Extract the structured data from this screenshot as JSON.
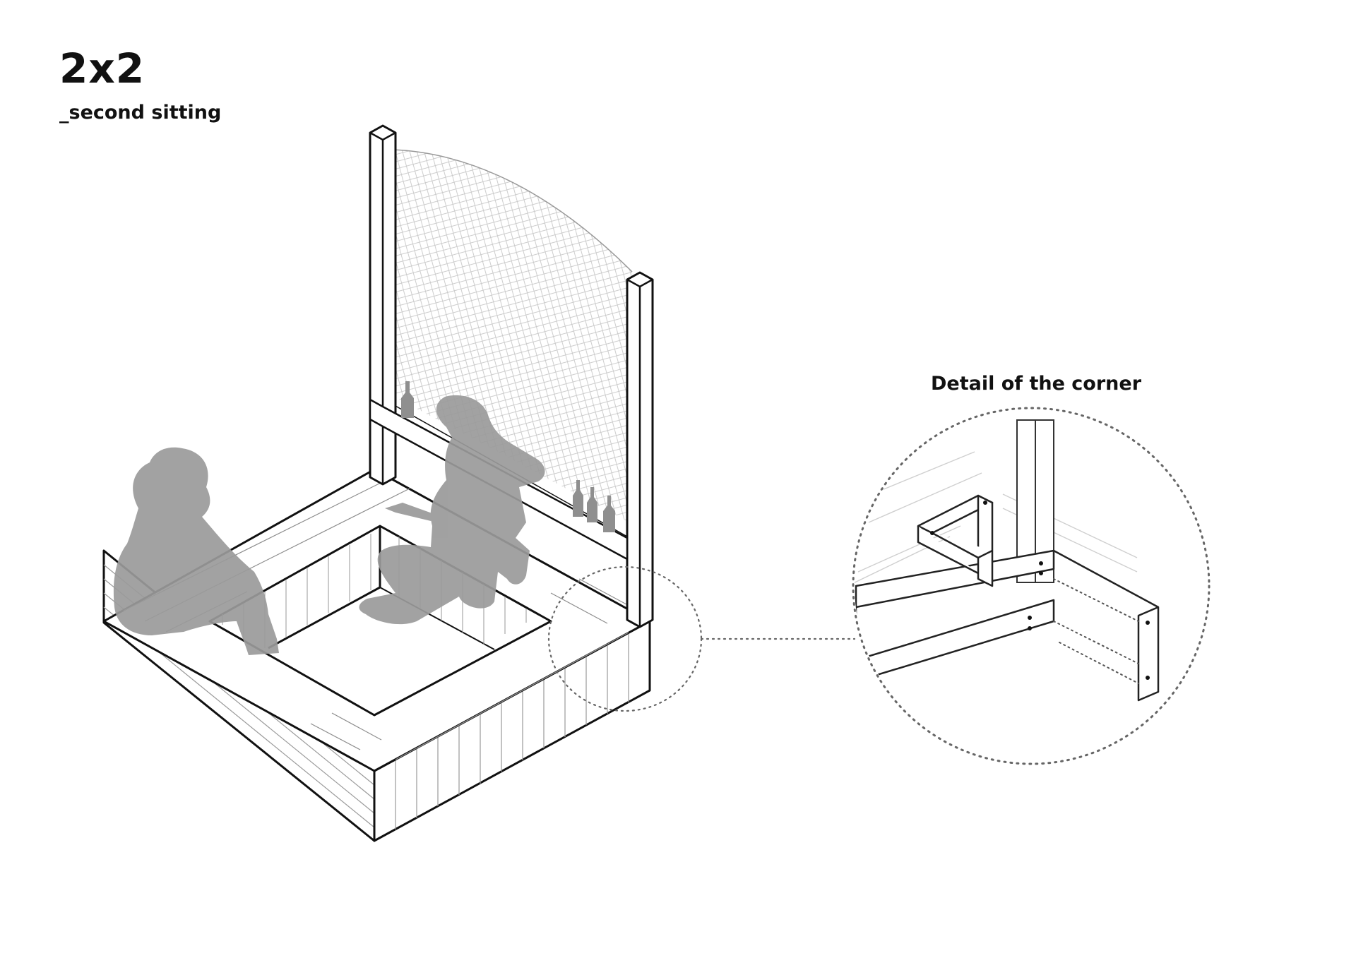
{
  "header": {
    "title": "2x2",
    "subtitle": "_second sitting"
  },
  "detail": {
    "title": "Detail of the corner"
  },
  "colors": {
    "line": "#111111",
    "thin_line": "#777777",
    "silhouette": "#9a9a9a",
    "net": "#bdbdbd",
    "background": "#ffffff"
  }
}
